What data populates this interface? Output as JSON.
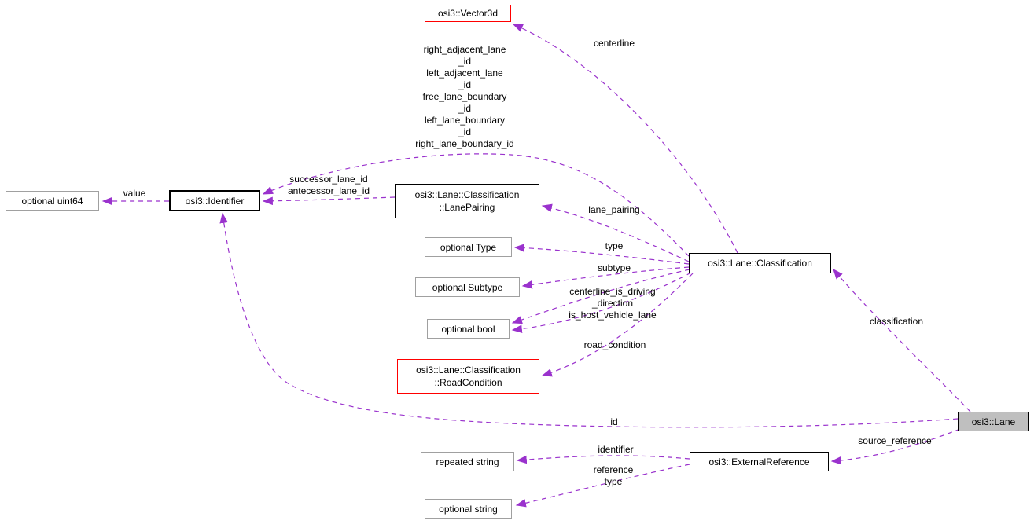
{
  "diagram": {
    "title": "osi3::Lane collaboration graph",
    "colors": {
      "edge": "#9a32cd",
      "node_border": "#000000",
      "red_border": "#ff0000",
      "gray_border": "#a0a0a0",
      "highlight_fill": "#bfbfbf"
    },
    "nodes": {
      "vector3d": {
        "label": "osi3::Vector3d"
      },
      "optional_uint64": {
        "label": "optional uint64"
      },
      "identifier": {
        "label": "osi3::Identifier"
      },
      "lane_pairing": {
        "label": "osi3::Lane::Classification\n::LanePairing"
      },
      "optional_type": {
        "label": "optional Type"
      },
      "optional_subtype": {
        "label": "optional Subtype"
      },
      "optional_bool": {
        "label": "optional bool"
      },
      "road_condition": {
        "label": "osi3::Lane::Classification\n::RoadCondition"
      },
      "classification": {
        "label": "osi3::Lane::Classification"
      },
      "lane": {
        "label": "osi3::Lane"
      },
      "repeated_string": {
        "label": "repeated string"
      },
      "external_reference": {
        "label": "osi3::ExternalReference"
      },
      "optional_string": {
        "label": "optional string"
      }
    },
    "edge_labels": {
      "value": "value",
      "centerline": "centerline",
      "adjacent_ids": "right_adjacent_lane\n_id\nleft_adjacent_lane\n_id\nfree_lane_boundary\n_id\nleft_lane_boundary\n_id\nright_lane_boundary_id",
      "successor": "successor_lane_id\nantecessor_lane_id",
      "lane_pairing": "lane_pairing",
      "type": "type",
      "subtype": "subtype",
      "driving_flags": "centerline_is_driving\n_direction\nis_host_vehicle_lane",
      "road_condition": "road_condition",
      "id": "id",
      "classification": "classification",
      "source_reference": "source_reference",
      "identifier": "identifier",
      "reference_type": "reference\ntype"
    }
  }
}
